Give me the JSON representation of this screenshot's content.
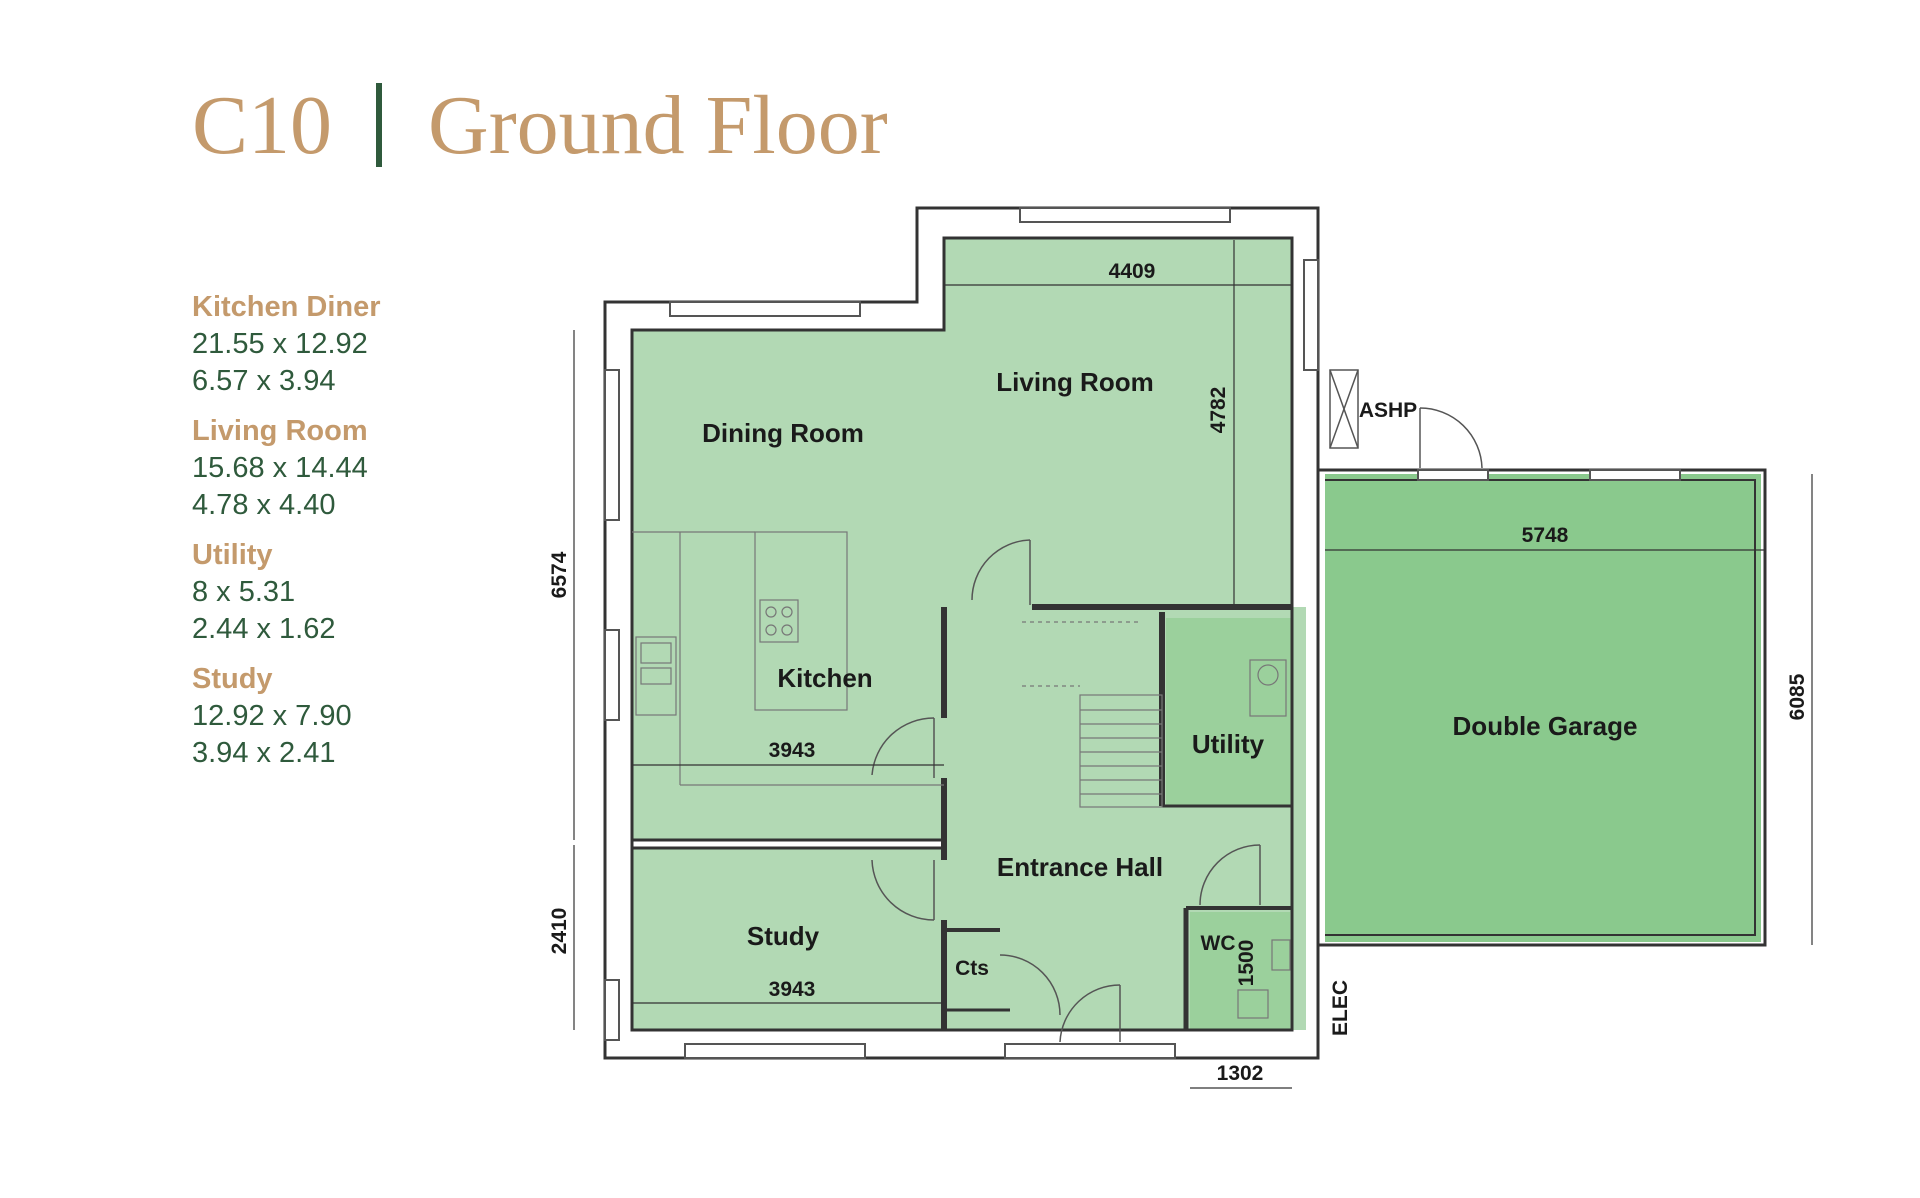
{
  "title": {
    "code": "C10",
    "floor": "Ground Floor"
  },
  "specs": [
    {
      "name": "Kitchen Diner",
      "imperial": "21.55 x 12.92",
      "metric": "6.57 x 3.94"
    },
    {
      "name": "Living Room",
      "imperial": "15.68 x 14.44",
      "metric": "4.78 x 4.40"
    },
    {
      "name": "Utility",
      "imperial": "8 x 5.31",
      "metric": "2.44 x 1.62"
    },
    {
      "name": "Study",
      "imperial": "12.92 x 7.90",
      "metric": "3.94 x 2.41"
    }
  ],
  "plan": {
    "rooms": {
      "living_room": "Living Room",
      "dining_room": "Dining Room",
      "kitchen": "Kitchen",
      "utility": "Utility",
      "double_garage": "Double Garage",
      "entrance_hall": "Entrance Hall",
      "study": "Study",
      "wc": "WC",
      "cts": "Cts",
      "ashp": "ASHP",
      "elec": "ELEC"
    },
    "dimensions": {
      "living_width": "4409",
      "living_depth": "4782",
      "kitchen_width": "3943",
      "study_width": "3943",
      "left_upper": "6574",
      "left_lower": "2410",
      "garage_width": "5748",
      "garage_depth": "6085",
      "wc_width": "1302",
      "wc_depth": "1500"
    },
    "colors": {
      "room_fill": "#b2d9b4",
      "utility_fill": "#9bd09c",
      "garage_fill": "#8ac98d",
      "wall": "#333333",
      "title": "#c49a6c",
      "accent": "#2f5a3c"
    }
  }
}
